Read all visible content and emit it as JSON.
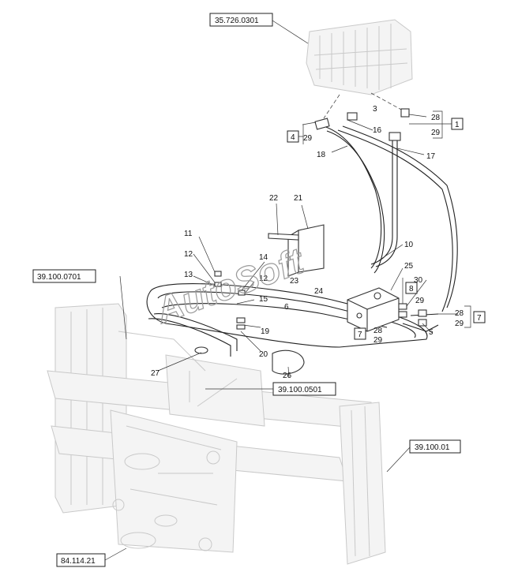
{
  "references": {
    "r1": "35.726.0301",
    "r2": "39.100.0701",
    "r3": "39.100.0501",
    "r4": "39.100.01",
    "r5": "84.114.21"
  },
  "boxed_callouts": {
    "b1": "1",
    "b4": "4",
    "b7a": "7",
    "b7b": "7",
    "b8": "8"
  },
  "callouts": {
    "c3": "3",
    "c16": "16",
    "c17": "17",
    "c18": "18",
    "c28a": "28",
    "c29a": "29",
    "c29b": "29",
    "c22": "22",
    "c21": "21",
    "c11": "11",
    "c12a": "12",
    "c13": "13",
    "c14": "14",
    "c12b": "12",
    "c15": "15",
    "c23": "23",
    "c24": "24",
    "c6": "6",
    "c10": "10",
    "c25": "25",
    "c30": "30",
    "c29c": "29",
    "c28b": "28",
    "c29d": "29",
    "c28c": "28",
    "c29e": "29",
    "c5": "5",
    "c19": "19",
    "c20": "20",
    "c26": "26",
    "c27": "27"
  },
  "watermark": "AutoSoft"
}
